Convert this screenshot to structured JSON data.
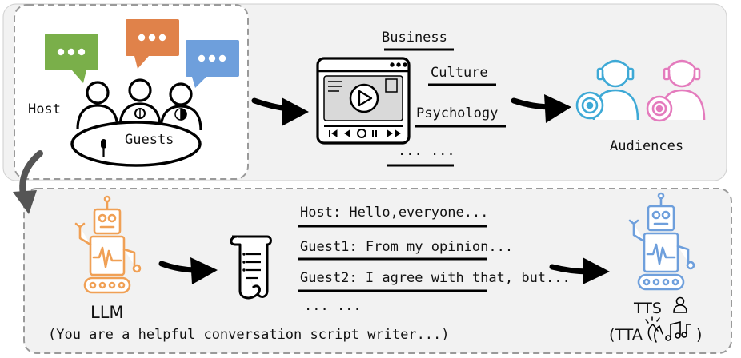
{
  "top_panel": {
    "host_label": "Host",
    "guests_label": "Guests",
    "topics": [
      "Business",
      "Culture",
      "Psychology",
      "... ..."
    ],
    "audiences_label": "Audiences"
  },
  "bottom_panel": {
    "llm_label": "LLM",
    "llm_prompt": "(You are a helpful conversation script writer...)",
    "script_lines": [
      "Host: Hello,everyone...",
      "Guest1: From my opinion...",
      "Guest2: I agree with that, but...",
      "... ..."
    ],
    "tts_label": "TTS",
    "tta_label_open": "(TTA",
    "tta_label_close": ")"
  },
  "colors": {
    "bubble_green": "#7aaf4a",
    "bubble_orange": "#e0824a",
    "bubble_blue": "#6e9fdc",
    "audience_blue": "#3ea9d6",
    "audience_pink": "#e47bbd",
    "llm_robot": "#f0a055",
    "tts_robot": "#6e9fdc",
    "panel_border": "#9a9a9a"
  },
  "icons": {
    "bubbles": [
      "speech-bubble-icon",
      "speech-bubble-icon",
      "speech-bubble-icon"
    ],
    "video": "video-player-icon",
    "scroll": "script-scroll-icon",
    "robot": "robot-icon",
    "person": "person-icon",
    "clap": "clapping-hands-icon",
    "music": "music-note-icon"
  }
}
